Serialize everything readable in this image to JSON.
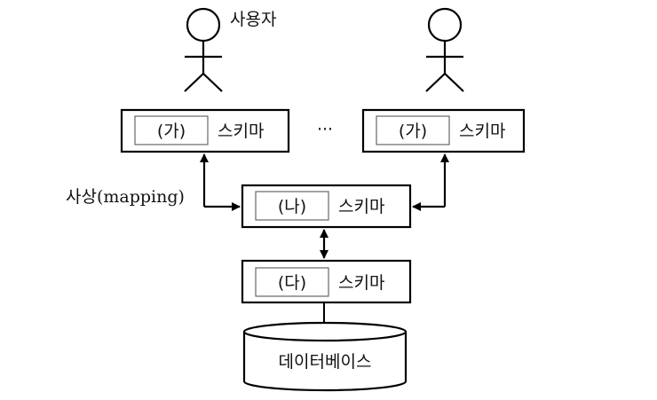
{
  "diagram": {
    "title": "3-level schema architecture",
    "actors": [
      {
        "label": "사용자"
      },
      {
        "label": ""
      }
    ],
    "ellipsis": "···",
    "external_schemas": [
      {
        "blank": "(가)",
        "label": "스키마"
      },
      {
        "blank": "(가)",
        "label": "스키마"
      }
    ],
    "mapping_label": "사상(mapping)",
    "conceptual_schema": {
      "blank": "(나)",
      "label": "스키마"
    },
    "internal_schema": {
      "blank": "(다)",
      "label": "스키마"
    },
    "database": {
      "label": "데이터베이스"
    }
  }
}
